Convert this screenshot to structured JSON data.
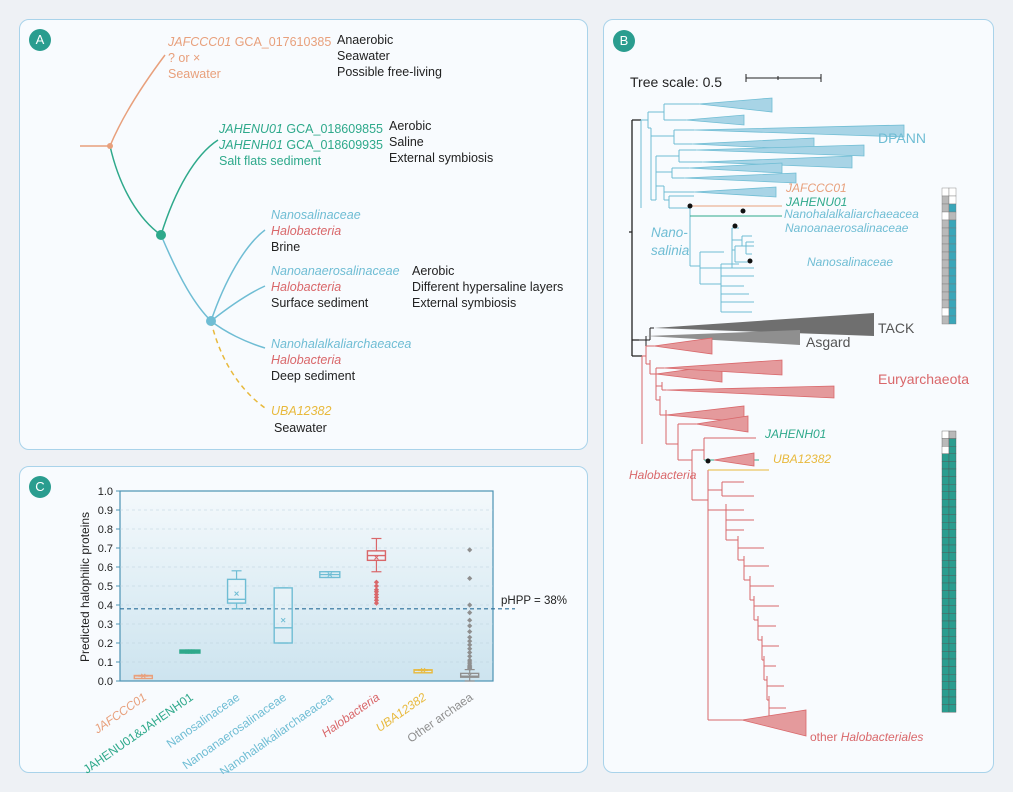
{
  "colors": {
    "orange": "#e8a07c",
    "green": "#2ea98b",
    "blue": "#6fbdd4",
    "red": "#d9676a",
    "yellow": "#e8b93c",
    "gray": "#8f8f8f",
    "dark": "#222222",
    "dpann_fill": "#a8d4e6",
    "eury_fill": "#e49a9c"
  },
  "panelA": {
    "badge": "A",
    "jafccc": {
      "name": "JAFCCC01",
      "acc": "GCA_017610385",
      "sub1": "? or ×",
      "sub2": "Seawater",
      "props": [
        "Anaerobic",
        "Seawater",
        "Possible free-living"
      ]
    },
    "jahenu": {
      "name1": "JAHENU01",
      "acc1": "GCA_018609855",
      "name2": "JAHENH01",
      "acc2": "GCA_018609935",
      "env": "Salt flats sediment",
      "props": [
        "Aerobic",
        "Saline",
        "External symbiosis"
      ]
    },
    "nanosal": {
      "clade": "Nanosalinaceae",
      "host": "Halobacteria",
      "env": "Brine"
    },
    "nanoanaer": {
      "clade": "Nanoanaerosalinaceae",
      "host": "Halobacteria",
      "env": "Surface sediment",
      "props": [
        "Aerobic",
        "Different hypersaline layers",
        "External symbiosis"
      ]
    },
    "nanohal": {
      "clade": "Nanohalalkaliarchaeacea",
      "host": "Halobacteria",
      "env": "Deep sediment"
    },
    "uba": {
      "name": "UBA12382",
      "env": "Seawater"
    }
  },
  "panelB": {
    "badge": "B",
    "scale_label": "Tree scale: 0.5",
    "labels": {
      "dpann": "DPANN",
      "jafccc": "JAFCCC01",
      "jahenu": "JAHENU01",
      "nanohal": "Nanohalalkaliarchaeacea",
      "nanoanaer": "Nanoanaerosalinaceae",
      "nano1": "Nano-",
      "nano2": "salinia",
      "nanosal": "Nanosalinaceae",
      "tack": "TACK",
      "asgard": "Asgard",
      "eury": "Euryarchaeota",
      "jahenh": "JAHENH01",
      "uba": "UBA12382",
      "halo": "Halobacteria",
      "other1": "other ",
      "other2": "Halobacteriales"
    }
  },
  "panelC": {
    "badge": "C",
    "threshold_label": "pHPP = 38%",
    "chart_data": {
      "type": "box",
      "ylabel": "Predicted halophilic proteins",
      "ylim": [
        0,
        1.0
      ],
      "yticks": [
        "0.0",
        "0.1",
        "0.2",
        "0.3",
        "0.4",
        "0.5",
        "0.6",
        "0.7",
        "0.8",
        "0.9",
        "1.0"
      ],
      "threshold": 0.38,
      "grid": true,
      "categories": [
        "JAFCCC01",
        "JAHENU01&JAHENH01",
        "Nanosalinaceae",
        "Nanoanaerosalinaceae",
        "Nanohalalkaliarchaeacea",
        "Halobacteria",
        "UBA12382",
        "Other archaea"
      ],
      "series": [
        {
          "category": "JAFCCC01",
          "color": "#e8a07c",
          "q1": 0.025,
          "median": 0.027,
          "q3": 0.029,
          "wlo": 0.025,
          "whi": 0.029,
          "mean": 0.027,
          "outliers": []
        },
        {
          "category": "JAHENU01&JAHENH01",
          "color": "#2ea98b",
          "q1": 0.147,
          "median": 0.155,
          "q3": 0.163,
          "wlo": 0.147,
          "whi": 0.163,
          "mean": 0.155,
          "outliers": []
        },
        {
          "category": "Nanosalinaceae",
          "color": "#6fbdd4",
          "q1": 0.41,
          "median": 0.43,
          "q3": 0.535,
          "wlo": 0.38,
          "whi": 0.58,
          "mean": 0.46,
          "outliers": []
        },
        {
          "category": "Nanoanaerosalinaceae",
          "color": "#6fbdd4",
          "q1": 0.2,
          "median": 0.28,
          "q3": 0.49,
          "wlo": 0.2,
          "whi": 0.49,
          "mean": 0.32,
          "outliers": []
        },
        {
          "category": "Nanohalalkaliarchaeacea",
          "color": "#6fbdd4",
          "q1": 0.545,
          "median": 0.56,
          "q3": 0.575,
          "wlo": 0.545,
          "whi": 0.575,
          "mean": 0.56,
          "outliers": []
        },
        {
          "category": "Halobacteria",
          "color": "#d9676a",
          "q1": 0.635,
          "median": 0.66,
          "q3": 0.685,
          "wlo": 0.575,
          "whi": 0.75,
          "mean": 0.65,
          "outliers": [
            0.52,
            0.5,
            0.48,
            0.47,
            0.455,
            0.44,
            0.425,
            0.41
          ]
        },
        {
          "category": "UBA12382",
          "color": "#e8b93c",
          "q1": 0.055,
          "median": 0.057,
          "q3": 0.059,
          "wlo": 0.055,
          "whi": 0.059,
          "mean": 0.057,
          "outliers": []
        },
        {
          "category": "Other archaea",
          "color": "#8f8f8f",
          "q1": 0.02,
          "median": 0.025,
          "q3": 0.04,
          "wlo": 0.0,
          "whi": 0.06,
          "mean": 0.03,
          "outliers": [
            0.69,
            0.54,
            0.4,
            0.36,
            0.32,
            0.29,
            0.26,
            0.23,
            0.21,
            0.19,
            0.17,
            0.15,
            0.13,
            0.11,
            0.1,
            0.09,
            0.08,
            0.075,
            0.07,
            0.065
          ]
        }
      ]
    }
  }
}
